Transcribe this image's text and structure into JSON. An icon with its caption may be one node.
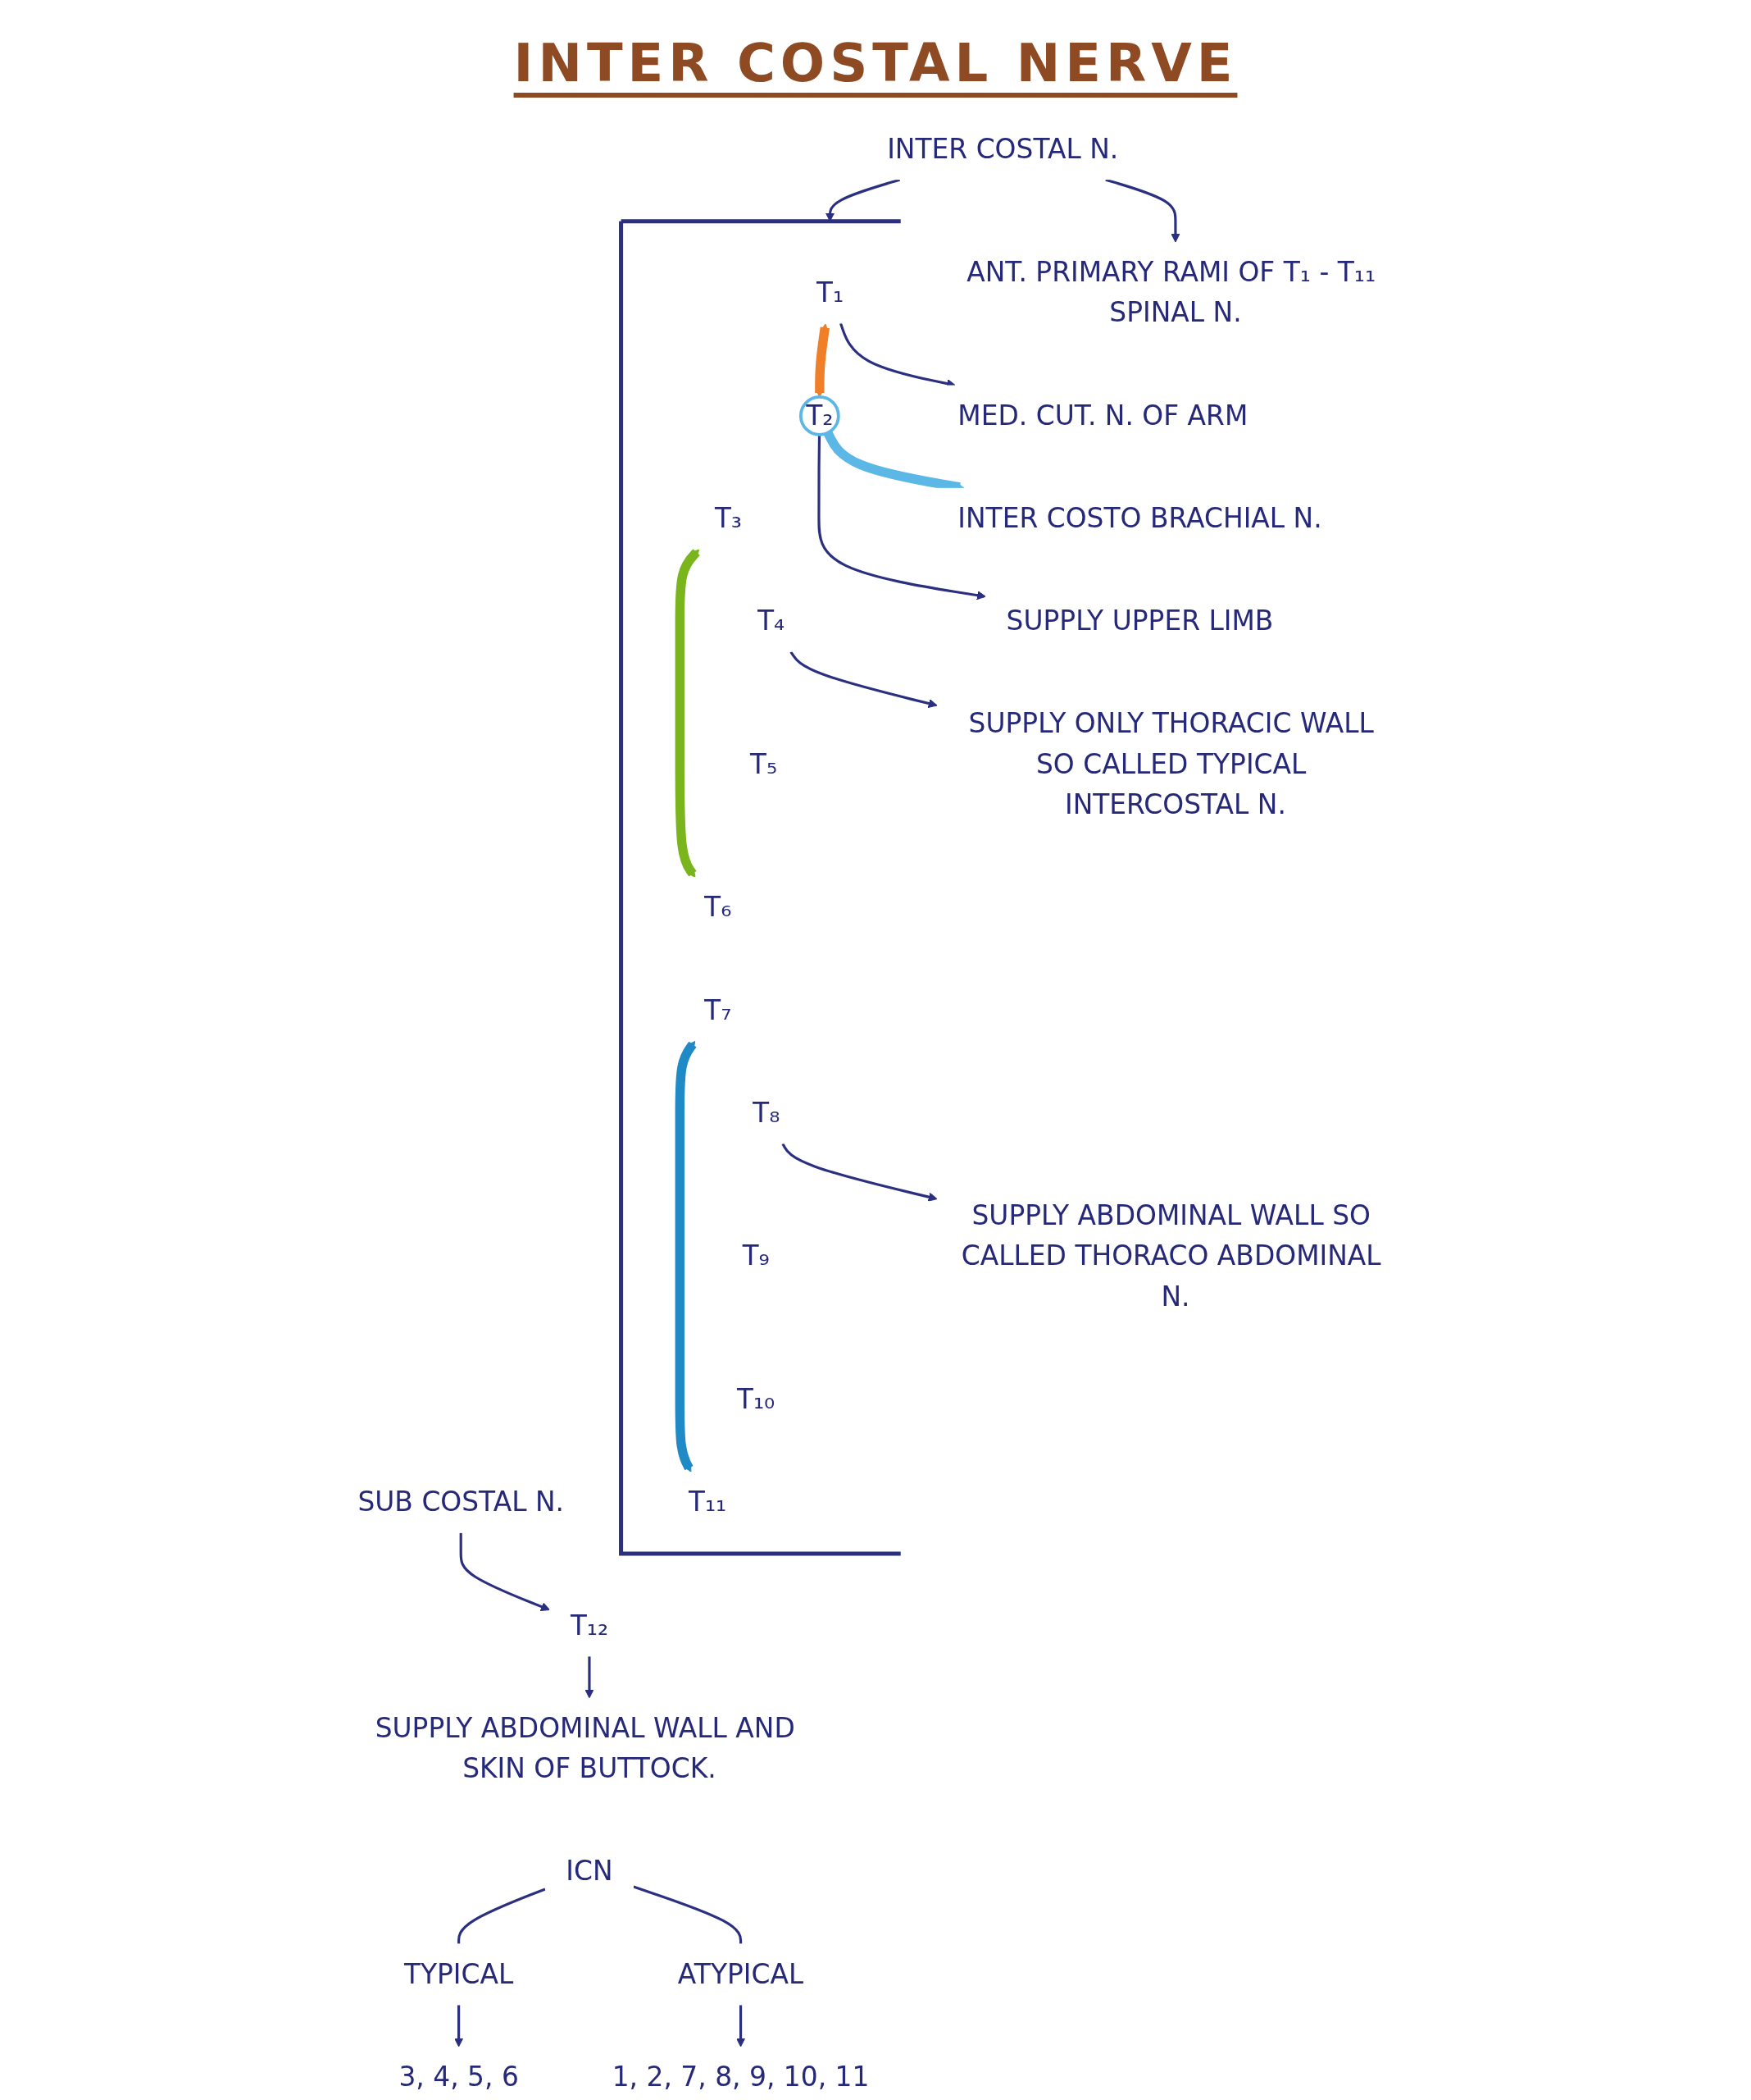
{
  "diagram": {
    "title": "INTER COSTAL NERVE",
    "nodes": [
      {
        "text": [
          "ANT. PRIMARY RAMI OF T₁ - T₁₁ SPINAL N."
        ]
      },
      {
        "text": [
          "INTER COSTO BRACHIAL N."
        ]
      },
      {
        "text": [],
        "shape": "bracket"
      },
      {
        "text": [
          "T₁"
        ],
        "in": 2
      },
      {
        "text": [
          "T₂"
        ],
        "in": 2
      },
      {
        "text": [
          "T₃"
        ],
        "in": 2
      },
      {
        "text": [
          "T₄"
        ],
        "in": 2
      },
      {
        "text": [
          "T₅"
        ],
        "in": 2
      },
      {
        "text": [
          "T₆"
        ],
        "in": 2
      },
      {
        "text": [
          "T₇"
        ],
        "in": 2
      },
      {
        "text": [
          "T₈"
        ],
        "in": 2
      },
      {
        "text": [
          "T₉"
        ],
        "in": 2
      },
      {
        "text": [
          "T₁₀"
        ],
        "in": 2
      },
      {
        "text": [
          "T₁₁"
        ],
        "in": 2
      },
      {
        "text": [
          "T₁₂"
        ]
      },
      {
        "text": [
          "MED. CUT. N. OF ARM"
        ]
      },
      {
        "text": [
          "SUPPLY UPPER LIMB"
        ]
      },
      {
        "text": [
          "SUPPLY ONLY THORACIC WALL SO CALLED TYPICAL INTERCOSTAL N."
        ]
      },
      {
        "text": [
          "SUPPLY ABDOMINAL WALL SO CALLED THORACO ABDOMINAL N."
        ]
      },
      {
        "text": [
          "INTER COSTAL N."
        ]
      },
      {
        "text": [
          "SUB COSTAL N."
        ]
      },
      {
        "text": [
          "SUPPLY ABDOMINAL WALL AND SKIN OF BUTTOCK."
        ]
      },
      {
        "text": [
          "ICN"
        ]
      },
      {
        "text": [
          "TYPICAL"
        ]
      },
      {
        "text": [
          "ATYPICAL"
        ]
      },
      {
        "text": [
          "3, 4, 5, 6"
        ]
      },
      {
        "text": [
          "1, 2, 7, 8, 9, 10, 11"
        ]
      }
    ],
    "edges": [
      {
        "from": 19,
        "to": 0,
        "arrow": "to"
      },
      {
        "from": 19,
        "to": 2,
        "arrow": "to"
      },
      {
        "from": 20,
        "to": 14,
        "arrow": "to"
      },
      {
        "from": 3,
        "to": 4,
        "arrow": "both",
        "style": "thick",
        "color": "#f07f2a"
      },
      {
        "from": 5,
        "to": 8,
        "arrow": "both",
        "style": "thick",
        "color": "#7ab51d"
      },
      {
        "from": 9,
        "to": 13,
        "arrow": "both",
        "style": "thick",
        "color": "#1f8ac6"
      },
      {
        "from": 4,
        "to": 1,
        "arrow": "to",
        "style": "thick",
        "color": "#5bb8e6"
      },
      {
        "from": 3,
        "to": 15,
        "arrow": "to"
      },
      {
        "from": 4,
        "to": 16,
        "arrow": "to"
      },
      {
        "from": 6,
        "to": 17,
        "arrow": "to"
      },
      {
        "from": 10,
        "to": 18,
        "arrow": "to"
      },
      {
        "from": 14,
        "to": 21,
        "arrow": "to"
      },
      {
        "from": 22,
        "to": 23,
        "arrow": "none"
      },
      {
        "from": 22,
        "to": 24,
        "arrow": "none"
      },
      {
        "from": 23,
        "to": 25,
        "arrow": "to"
      },
      {
        "from": 24,
        "to": 26,
        "arrow": "to"
      }
    ]
  }
}
